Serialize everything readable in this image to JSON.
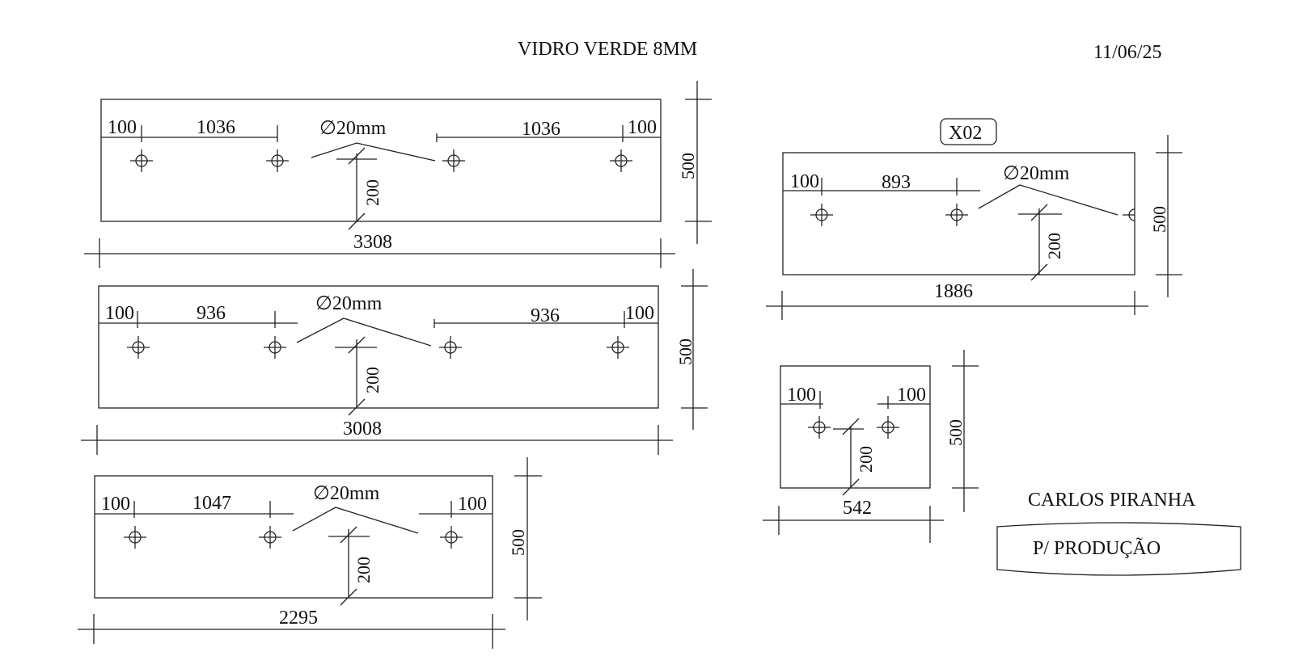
{
  "header": {
    "title": "VIDRO VERDE 8MM",
    "date": "11/06/25"
  },
  "pieces": [
    {
      "width": "3308",
      "height": "500",
      "offset_left": "100",
      "spacing_left": "1036",
      "spacing_right": "1036",
      "offset_right": "100",
      "hole_spec": "∅20mm",
      "vertical_offset": "200"
    },
    {
      "width": "3008",
      "height": "500",
      "offset_left": "100",
      "spacing_left": "936",
      "spacing_right": "936",
      "offset_right": "100",
      "hole_spec": "∅20mm",
      "vertical_offset": "200"
    },
    {
      "width": "2295",
      "height": "500",
      "offset_left": "100",
      "spacing_left": "1047",
      "offset_right": "100",
      "hole_spec": "∅20mm",
      "vertical_offset": "200"
    },
    {
      "quantity": "X02",
      "width": "1886",
      "height": "500",
      "offset_left": "100",
      "spacing_left": "893",
      "hole_spec": "∅20mm",
      "vertical_offset": "200"
    },
    {
      "width": "542",
      "height": "500",
      "offset_left": "100",
      "offset_right": "100",
      "vertical_offset": "200"
    }
  ],
  "footer": {
    "client": "CARLOS PIRANHA",
    "stamp": "P/ PRODUÇÃO"
  }
}
